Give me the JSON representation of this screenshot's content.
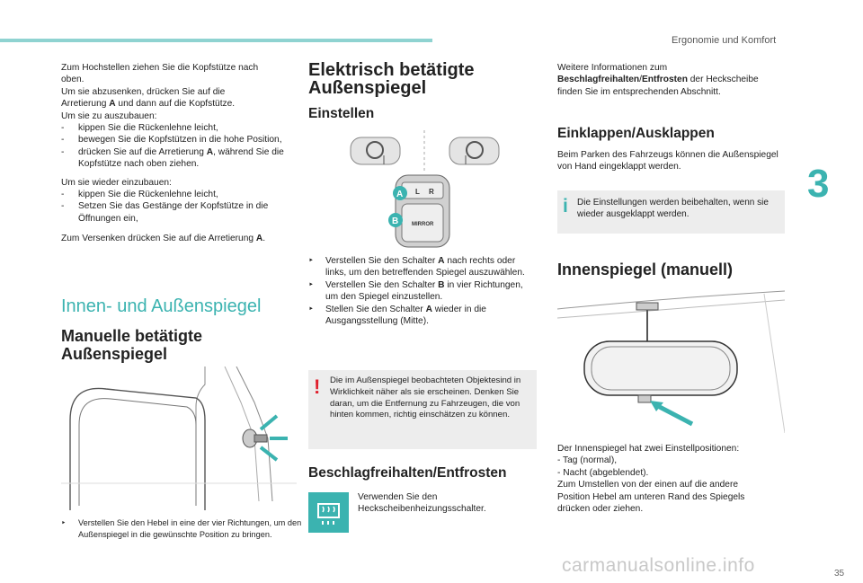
{
  "header": {
    "section_title": "Ergonomie und Komfort",
    "chapter_number": "3",
    "page_number": "35"
  },
  "watermark": "carmanualsonline.info",
  "col1": {
    "para1": [
      "Zum Hochstellen ziehen Sie die Kopfstütze nach",
      "oben.",
      "Um sie abzusenken, drücken Sie auf die"
    ],
    "para1_line4_pre": "Arretierung ",
    "para1_line4_bold": "A",
    "para1_line4_post": " und dann auf die Kopfstütze.",
    "para1_line5": "Um sie zu auszubauen:",
    "list1": [
      {
        "marker": "-",
        "text": "kippen Sie die Rückenlehne leicht,"
      },
      {
        "marker": "-",
        "text": "bewegen Sie die Kopfstützen in die hohe Position,"
      },
      {
        "marker": "-",
        "text_pre": "drücken Sie auf die Arretierung ",
        "text_bold": "A",
        "text_post": ", während Sie die Kopfstütze nach oben ziehen."
      }
    ],
    "para2": "Um sie wieder einzubauen:",
    "list2": [
      {
        "marker": "-",
        "text": "kippen Sie die Rückenlehne leicht,"
      },
      {
        "marker": "-",
        "text": "Setzen Sie das Gestänge der Kopfstütze in die Öffnungen ein,"
      }
    ],
    "para3_pre": "Zum Versenken drücken Sie auf die Arretierung ",
    "para3_bold": "A",
    "para3_post": ".",
    "section_heading": "Innen- und Außenspiegel",
    "subheading_line1": "Manuelle betätigte",
    "subheading_line2": "Außenspiegel",
    "caption_marker": "‣",
    "caption": "Verstellen Sie den Hebel in eine der vier Richtungen, um den Außenspiegel in die gewünschte Position zu bringen."
  },
  "col2": {
    "heading_line1": "Elektrisch betätigte",
    "heading_line2": "Außenspiegel",
    "sub_einstellen": "Einstellen",
    "switch_labels": {
      "a": "A",
      "b": "B",
      "l": "L",
      "r": "R",
      "mirror": "MIRROR"
    },
    "steps": [
      {
        "pre": "Verstellen Sie den Schalter ",
        "bold": "A",
        "post": " nach rechts oder links, um den betreffenden Spiegel auszuwählen."
      },
      {
        "pre": "Verstellen Sie den Schalter ",
        "bold": "B",
        "post": " in vier Richtungen, um den Spiegel einzustellen."
      },
      {
        "pre": "Stellen Sie den Schalter ",
        "bold": "A",
        "post": " wieder in die Ausgangsstellung (Mitte)."
      }
    ],
    "warning_mark": "!",
    "warning": "Die im Außenspiegel beobachteten Objektesind in Wirklichkeit näher als sie erscheinen. Denken Sie daran, um die Entfernung zu Fahrzeugen, die von hinten kommen, richtig einschätzen zu können.",
    "sub_beschlag": "Beschlagfreihalten/Entfrosten",
    "beschlag_text": "Verwenden Sie den Heckscheibenheizungsschalter."
  },
  "col3": {
    "info_pre": "Weitere Informationen zum ",
    "info_bold1": "Beschlagfreihalten",
    "info_slash": "/",
    "info_bold2": "Entfrosten",
    "info_post": " der Heckscheibe finden Sie im entsprechenden Abschnitt.",
    "sub_einklappen": "Einklappen/Ausklappen",
    "einklappen_text": "Beim Parken des Fahrzeugs können die Außenspiegel von Hand eingeklappt werden.",
    "info_mark": "i",
    "note": "Die Einstellungen werden beibehalten, wenn sie wieder ausgeklappt werden.",
    "heading_innen": "Innenspiegel (manuell)",
    "innen_lines": [
      "Der Innenspiegel hat zwei Einstellpositionen:",
      "- Tag (normal),",
      "- Nacht (abgeblendet).",
      "Zum Umstellen von der einen auf die andere",
      "Position Hebel am unteren Rand des Spiegels",
      "drücken oder ziehen."
    ]
  },
  "colors": {
    "accent": "#3bb3b0",
    "warning": "#e0202d",
    "box": "#ededed",
    "arrow": "#3bb3b0"
  }
}
